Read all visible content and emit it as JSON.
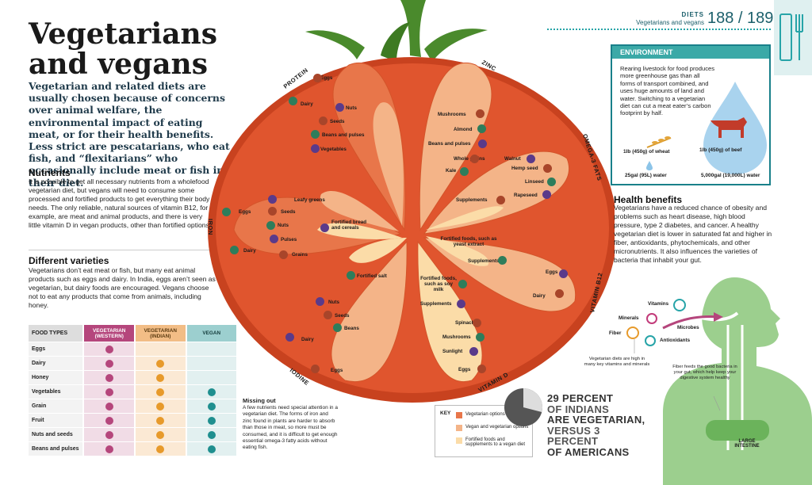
{
  "title": "Vegetarians and vegans",
  "intro": "Vegetarian and related diets are usually chosen because of concerns over animal welfare, the environmental impact of eating meat, or for their health benefits. Less strict are pescatarians, who eat fish, and “flexitarians” who occasionally include meat or fish in their diet.",
  "header": {
    "section": "DIETS",
    "subtitle": "Vegetarians and vegans",
    "pages": "188 / 189"
  },
  "nutrients": {
    "heading": "Nutrients",
    "text": "It is possible to get all necessary nutrients from a wholefood vegetarian diet, but vegans will need to consume some processed and fortified products to get everything their body needs. The only reliable, natural sources of vitamin B12, for example, are meat and animal products, and there is very little vitamin D in vegan products, other than fortified options."
  },
  "varieties": {
    "heading": "Different varieties",
    "text": "Vegetarians don’t eat meat or fish, but many eat animal products such as eggs and dairy. In India, eggs aren’t seen as vegetarian, but dairy foods are encouraged. Vegans choose not to eat any products that come from animals, including honey."
  },
  "table": {
    "headers": [
      "FOOD TYPES",
      "VEGETARIAN (WESTERN)",
      "VEGETARIAN (INDIAN)",
      "VEGAN"
    ],
    "rows": [
      {
        "food": "Eggs",
        "w": true,
        "i": false,
        "v": false
      },
      {
        "food": "Dairy",
        "w": true,
        "i": true,
        "v": false
      },
      {
        "food": "Honey",
        "w": true,
        "i": true,
        "v": false
      },
      {
        "food": "Vegetables",
        "w": true,
        "i": true,
        "v": true
      },
      {
        "food": "Grain",
        "w": true,
        "i": true,
        "v": true
      },
      {
        "food": "Fruit",
        "w": true,
        "i": true,
        "v": true
      },
      {
        "food": "Nuts and seeds",
        "w": true,
        "i": true,
        "v": true
      },
      {
        "food": "Beans and pulses",
        "w": true,
        "i": true,
        "v": true
      }
    ]
  },
  "missing": {
    "heading": "Missing out",
    "text": "A few nutrients need special attention in a vegetarian diet. The forms of iron and zinc found in plants are harder to absorb than those in meat, so more must be consumed, and it is difficult to get enough essential omega-3 fatty acids without eating fish."
  },
  "key": {
    "heading": "KEY",
    "items": [
      "Vegetarian options",
      "Vegan and vegetarian options",
      "Fortified foods and supplements to a vegan diet"
    ],
    "colors": [
      "#e8764a",
      "#f4b488",
      "#fbdca8"
    ]
  },
  "tomato": {
    "petals": {
      "protein": {
        "title": "PROTEIN",
        "items": [
          "Eggs",
          "Dairy",
          "Nuts",
          "Seeds",
          "Beans and pulses",
          "Vegetables"
        ]
      },
      "zinc": {
        "title": "ZINC",
        "items": [
          "Mushrooms",
          "Almond",
          "Beans and pulses",
          "Whole grains",
          "Kale"
        ]
      },
      "omega3": {
        "title": "OMEGA-3 FATS",
        "items": [
          "Walnut",
          "Hemp seed",
          "Linseed",
          "Rapeseed",
          "Supplements"
        ]
      },
      "b12": {
        "title": "VITAMIN B12",
        "items": [
          "Fortified foods, such as yeast extract",
          "Supplements",
          "Eggs",
          "Dairy"
        ]
      },
      "vitd": {
        "title": "VITAMIN D",
        "items": [
          "Fortified foods, such as soy milk",
          "Supplements",
          "Spinach",
          "Mushrooms",
          "Sunlight",
          "Eggs"
        ]
      },
      "iodine": {
        "title": "IODINE",
        "items": [
          "Fortified salt",
          "Nuts",
          "Seeds",
          "Beans",
          "Dairy",
          "Eggs"
        ]
      },
      "iron": {
        "title": "IRON",
        "items": [
          "Eggs",
          "Leafy greens",
          "Seeds",
          "Nuts",
          "Pulses",
          "Grains",
          "Dairy",
          "Fortified bread and cereals"
        ]
      }
    }
  },
  "environment": {
    "heading": "ENVIRONMENT",
    "text": "Rearing livestock for food produces more greenhouse gas than all forms of transport combined, and uses huge amounts of land and water. Switching to a vegetarian diet can cut a meat eater’s carbon footprint by half.",
    "wheat_label": "1lb (450g) of wheat",
    "beef_label": "1lb (450g) of beef",
    "wheat_water": "25gal (95L) water",
    "beef_water": "5,000gal (19,000L) water"
  },
  "health": {
    "heading": "Health benefits",
    "text": "Vegetarians have a reduced chance of obesity and problems such as heart disease, high blood pressure, type 2 diabetes, and cancer. A healthy vegetarian diet is lower in saturated fat and higher in fiber, antioxidants, phytochemicals, and other micronutrients. It also influences the varieties of bacteria that inhabit your gut.",
    "labels": {
      "vitamins": "Vitamins",
      "minerals": "Minerals",
      "fiber": "Fiber",
      "microbes": "Microbes",
      "antioxidants": "Antioxidants",
      "intestine": "LARGE INTESTINE"
    },
    "note1": "Vegetarian diets are high in many key vitamins and minerals",
    "note2": "Fiber feeds the good bacteria in your gut, which help keep your digestive system healthy"
  },
  "stat": {
    "line1": "29 PERCENT",
    "line2": "OF INDIANS",
    "line3": "ARE VEGETARIAN,",
    "line4": "VERSUS 3 PERCENT",
    "line5": "OF AMERICANS",
    "value": 0.29
  },
  "colors": {
    "tomato": "#e0552e",
    "tomato_dark": "#c8421f",
    "stem": "#4a8a2c",
    "teal": "#27a4a8",
    "petal_veg": "#e8764a",
    "petal_vegan": "#f4b488",
    "petal_fort": "#fbdca8",
    "body_green": "#9ccf8e"
  }
}
